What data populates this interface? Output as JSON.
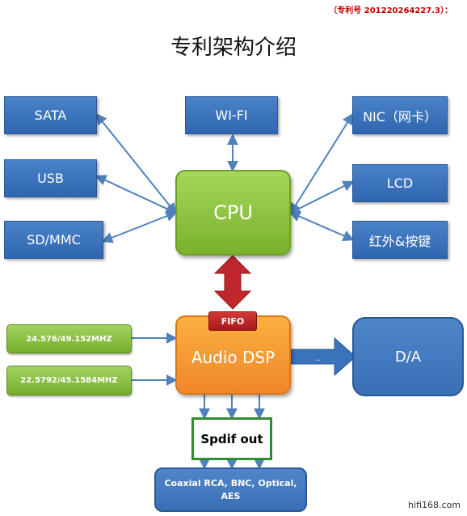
{
  "patent_note": "（专利号 201220264227.3）：",
  "title": "专利架构介绍",
  "left_ports": [
    "SATA",
    "USB",
    "SD/MMC"
  ],
  "top_port": "WI-FI",
  "right_ports": [
    "NIC（网卡）",
    "LCD",
    "红外&按键"
  ],
  "cpu": "CPU",
  "fifo": "FIFO",
  "dsp": "Audio DSP",
  "clocks": [
    "24.576/49.152MHZ",
    "22.5792/45.1584MHZ"
  ],
  "da": "D/A",
  "spdif": "Spdif out",
  "outputs": "Coaxial RCA, BNC, Optical, AES",
  "watermark": "hifi168.com",
  "colors": {
    "port_blue": "#3a72bb",
    "cpu_green": "#8dc63f",
    "dsp_orange": "#f7941d",
    "fifo_red": "#c0272d",
    "connector_blue": "#4f81bd",
    "double_arrow_red": "#c0272d",
    "spdif_border": "#2f8f2f"
  }
}
